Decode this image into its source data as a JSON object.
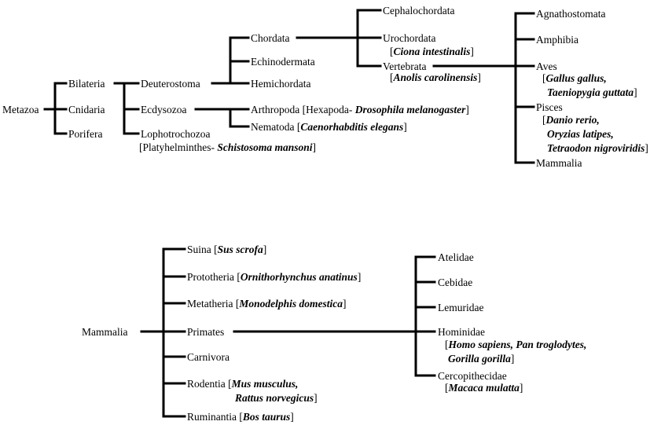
{
  "tree1": {
    "metazoa": "Metazoa",
    "bilateria": "Bilateria",
    "cnidaria": "Cnidaria",
    "porifera": "Porifera",
    "deuterostoma": "Deuterostoma",
    "ecdysozoa": "Ecdysozoa",
    "lophotrochozoa": "Lophotrochozoa",
    "lopho_note_prefix": "[Platyhelminthes- ",
    "lopho_note_species": "Schistosoma mansoni",
    "lopho_note_suffix": "]",
    "chordata": "Chordata",
    "echinodermata": "Echinodermata",
    "hemichordata": "Hemichordata",
    "arthropoda_prefix": "Arthropoda [Hexapoda- ",
    "arthropoda_species": "Drosophila melanogaster",
    "arthropoda_suffix": "]",
    "nematoda_prefix": "Nematoda [",
    "nematoda_species": "Caenorhabditis elegans",
    "nematoda_suffix": "]",
    "cephalochordata": "Cephalochordata",
    "urochordata": "Urochordata",
    "urochordata_open": "[",
    "urochordata_species": "Ciona intestinalis",
    "urochordata_close": "]",
    "vertebrata": "Vertebrata",
    "vertebrata_open": "[",
    "vertebrata_species": "Anolis carolinensis",
    "vertebrata_close": "]",
    "agnathostomata": "Agnathostomata",
    "amphibia": "Amphibia",
    "aves": "Aves",
    "aves_open": "[",
    "aves_species_1": "Gallus gallus,",
    "aves_species_2": "Taeniopygia guttata",
    "aves_close": "]",
    "pisces": "Pisces",
    "pisces_open": "[",
    "pisces_species_1": "Danio rerio,",
    "pisces_species_2": "Oryzias latipes,",
    "pisces_species_3": "Tetraodon nigroviridis",
    "pisces_close": "]",
    "mammalia": "Mammalia"
  },
  "tree2": {
    "mammalia": "Mammalia",
    "suina_prefix": "Suina [",
    "suina_species": "Sus scrofa",
    "suina_suffix": "]",
    "prototheria_prefix": "Prototheria [",
    "prototheria_species": "Ornithorhynchus anatinus",
    "prototheria_suffix": "]",
    "metatheria_prefix": "Metatheria [",
    "metatheria_species": "Monodelphis domestica",
    "metatheria_suffix": "]",
    "primates": "Primates",
    "carnivora": "Carnivora",
    "rodentia_prefix": "Rodentia [",
    "rodentia_species_1": "Mus musculus,",
    "rodentia_species_2": "Rattus norvegicus",
    "rodentia_suffix": "]",
    "ruminantia_prefix": "Ruminantia [",
    "ruminantia_species": "Bos taurus",
    "ruminantia_suffix": "]",
    "atelidae": "Atelidae",
    "cebidae": "Cebidae",
    "lemuridae": "Lemuridae",
    "hominidae": "Hominidae",
    "hominidae_open": "[",
    "hominidae_species_1": "Homo sapiens, Pan troglodytes,",
    "hominidae_species_2": "Gorilla gorilla",
    "hominidae_close": "]",
    "cercopithecidae": "Cercopithecidae",
    "cercopithecidae_open": "[",
    "cercopithecidae_species": "Macaca mulatta",
    "cercopithecidae_close": "]"
  }
}
